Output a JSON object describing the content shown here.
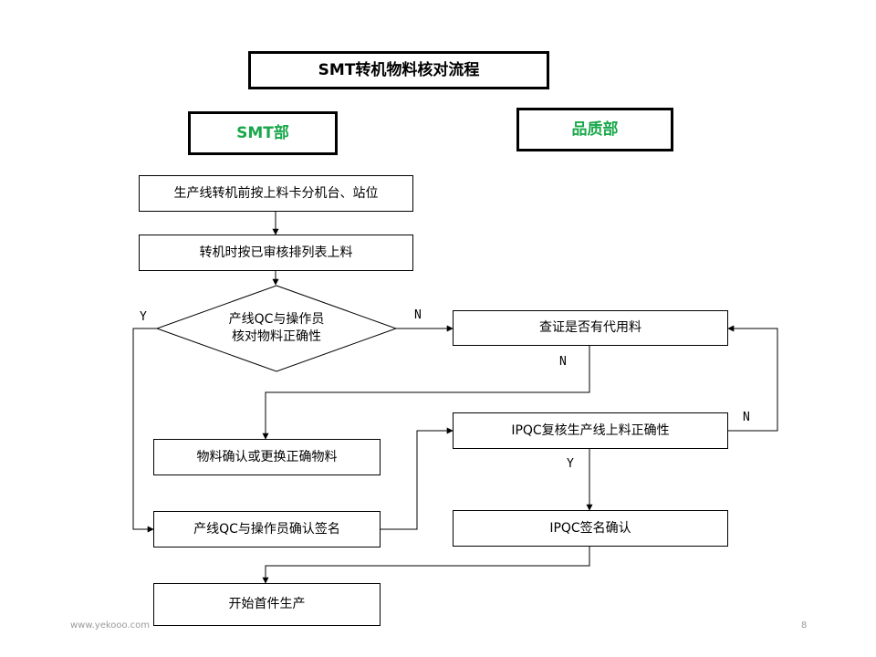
{
  "title": "SMT转机物料核对流程",
  "lanes": {
    "smt": "SMT部",
    "qa": "品质部"
  },
  "nodes": {
    "n1": "生产线转机前按上料卡分机台、站位",
    "n2": "转机时按已审核排列表上料",
    "decision_line1": "产线QC与操作员",
    "decision_line2": "核对物料正确性",
    "n_check": "查证是否有代用料",
    "n_confirm": "物料确认或更换正确物料",
    "n_ipqc_recheck": "IPQC复核生产线上料正确性",
    "n_sign_line": "产线QC与操作员确认签名",
    "n_ipqc_sign": "IPQC签名确认",
    "n_start": "开始首件生产"
  },
  "labels": {
    "y1": "Y",
    "n1": "N",
    "n2": "N",
    "n3": "N",
    "y2": "Y"
  },
  "footer": {
    "site": "www.yekooo.com",
    "page": "8"
  },
  "colors": {
    "lane_text": "#1aa84b",
    "line": "#000000"
  }
}
